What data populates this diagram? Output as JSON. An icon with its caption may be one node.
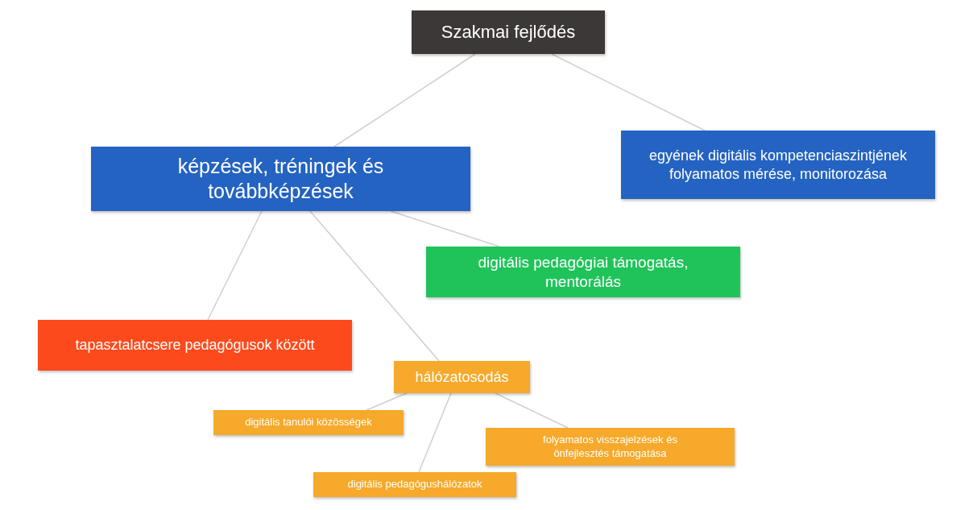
{
  "diagram": {
    "nodes": [
      {
        "text": [
          "Szakmai fejlődés"
        ]
      },
      {
        "text": [
          "képzések, tréningek és továbbképzések"
        ]
      },
      {
        "text": [
          "egyének digitális kompetenciaszintjének folyamatos mérése, monitorozása"
        ]
      },
      {
        "text": [
          "digitális pedagógiai támogatás, mentorálás"
        ]
      },
      {
        "text": [
          "tapasztalatcsere pedagógusok között"
        ]
      },
      {
        "text": [
          "hálózatosodás"
        ]
      },
      {
        "text": [
          "digitális tanulói közösségek"
        ]
      },
      {
        "text": [
          "folyamatos visszajelzések és önfejlesztés támogatása"
        ]
      },
      {
        "text": [
          "digitális pedagógushálózatok"
        ]
      }
    ],
    "edges": [
      {
        "from": 0,
        "to": 1,
        "arrow": "none"
      },
      {
        "from": 0,
        "to": 2,
        "arrow": "none"
      },
      {
        "from": 1,
        "to": 3,
        "arrow": "none"
      },
      {
        "from": 1,
        "to": 4,
        "arrow": "none"
      },
      {
        "from": 1,
        "to": 5,
        "arrow": "none"
      },
      {
        "from": 5,
        "to": 6,
        "arrow": "none"
      },
      {
        "from": 5,
        "to": 7,
        "arrow": "none"
      },
      {
        "from": 5,
        "to": 8,
        "arrow": "none"
      }
    ]
  }
}
